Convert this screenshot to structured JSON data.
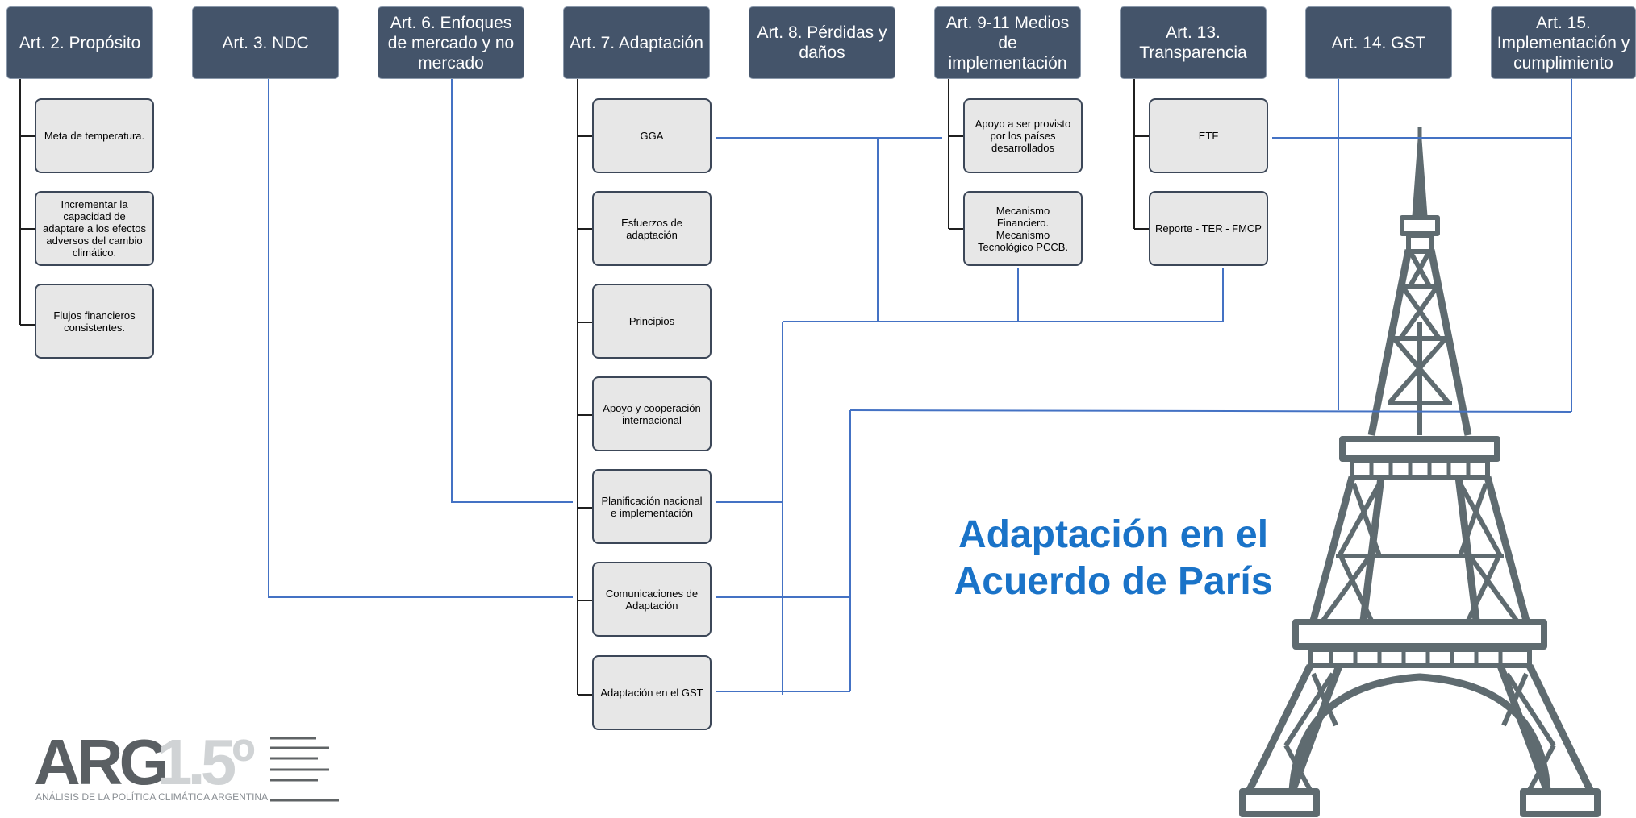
{
  "colors": {
    "header_bg": "#44546a",
    "box_bg": "#e7e7e7",
    "box_border": "#3c4758",
    "connector_blue": "#4472c4",
    "tree_line": "#1f1f1f",
    "title": "#1a73c8",
    "tower": "#5f6b70"
  },
  "headers": [
    {
      "label": "Art. 2. Propósito"
    },
    {
      "label": "Art. 3. NDC"
    },
    {
      "label": "Art. 6. Enfoques de mercado y no mercado"
    },
    {
      "label": "Art. 7. Adaptación"
    },
    {
      "label": "Art. 8. Pérdidas y daños"
    },
    {
      "label": "Art. 9-11 Medios de implementación"
    },
    {
      "label": "Art. 13. Transparencia"
    },
    {
      "label": "Art. 14. GST"
    },
    {
      "label": "Art. 15. Implementación y cumplimiento"
    }
  ],
  "art2_items": [
    {
      "label": "Meta de temperatura."
    },
    {
      "label": "Incrementar la capacidad de adaptare a los efectos adversos del cambio climático."
    },
    {
      "label": "Flujos financieros consistentes."
    }
  ],
  "art7_items": [
    {
      "label": "GGA"
    },
    {
      "label": "Esfuerzos de adaptación"
    },
    {
      "label": "Principios"
    },
    {
      "label": "Apoyo y cooperación internacional"
    },
    {
      "label": "Planificación nacional e implementación"
    },
    {
      "label": "Comunicaciones de Adaptación"
    },
    {
      "label": "Adaptación en el GST"
    }
  ],
  "art9_items": [
    {
      "label": "Apoyo a ser provisto por los países desarrollados"
    },
    {
      "label": "Mecanismo Financiero. Mecanismo Tecnológico PCCB."
    }
  ],
  "art13_items": [
    {
      "label": "ETF"
    },
    {
      "label": "Reporte - TER - FMCP"
    }
  ],
  "title_line1": "Adaptación en el",
  "title_line2": "Acuerdo de París",
  "logo": {
    "main": "ARG",
    "number": "1.5º",
    "subtitle": "ANÁLISIS DE LA POLÍTICA CLIMÁTICA ARGENTINA"
  },
  "icons": [
    "eiffel-tower-icon",
    "logo-lines-icon"
  ]
}
